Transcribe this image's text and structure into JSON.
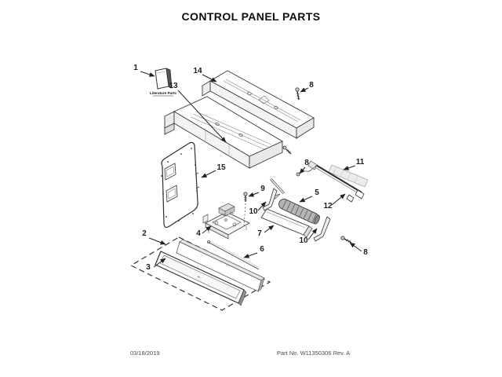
{
  "page": {
    "title": "CONTROL PANEL PARTS",
    "footer_date": "03/18/2019",
    "footer_part": "Part No. W11350306  Rev. A"
  },
  "diagram": {
    "literature_label": "Literature Parts",
    "callouts": [
      {
        "label": "1"
      },
      {
        "label": "13"
      },
      {
        "label": "14"
      },
      {
        "label": "8"
      },
      {
        "label": "15"
      },
      {
        "label": "8"
      },
      {
        "label": "11"
      },
      {
        "label": "9"
      },
      {
        "label": "5"
      },
      {
        "label": "12"
      },
      {
        "label": "10"
      },
      {
        "label": "4"
      },
      {
        "label": "7"
      },
      {
        "label": "10"
      },
      {
        "label": "8"
      },
      {
        "label": "2"
      },
      {
        "label": "3"
      },
      {
        "label": "6"
      }
    ]
  }
}
